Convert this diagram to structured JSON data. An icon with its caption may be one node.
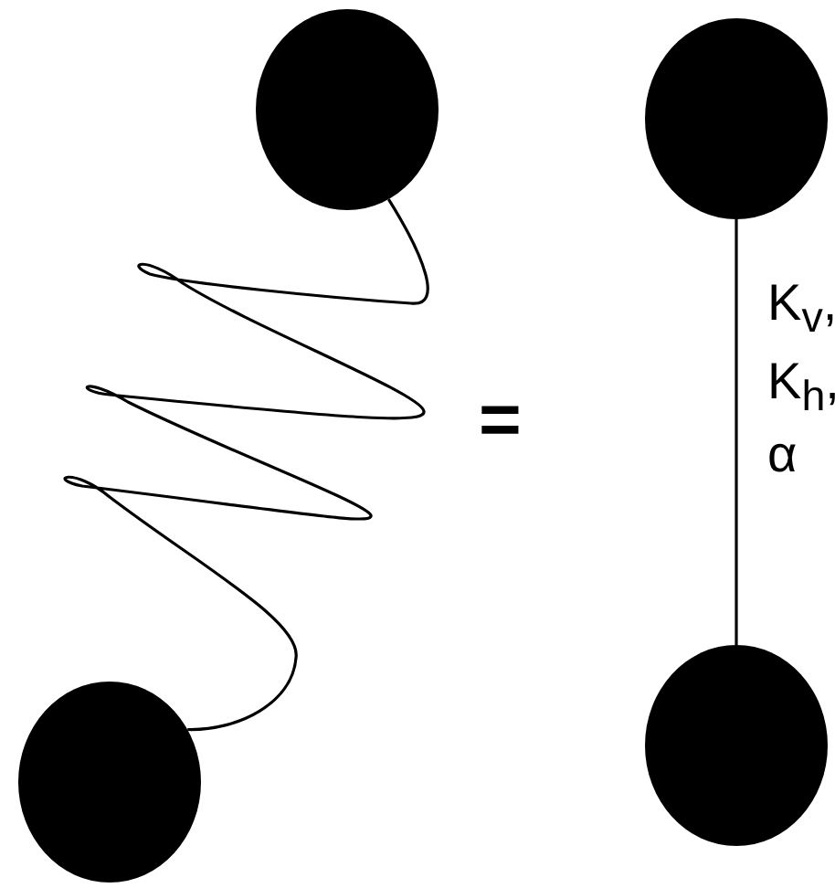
{
  "diagram": {
    "nodes": [
      {
        "text": [],
        "shape": "circle"
      },
      {
        "text": [],
        "shape": "circle"
      },
      {
        "text": [],
        "shape": "circle"
      },
      {
        "text": [],
        "shape": "circle"
      }
    ],
    "edges": [
      {
        "from": 0,
        "to": 1,
        "arrow": "none"
      },
      {
        "from": 2,
        "to": 3,
        "arrow": "none"
      }
    ],
    "labels": [
      "=",
      "K$_{v}$,",
      "K$_{h}$,",
      "α"
    ]
  }
}
